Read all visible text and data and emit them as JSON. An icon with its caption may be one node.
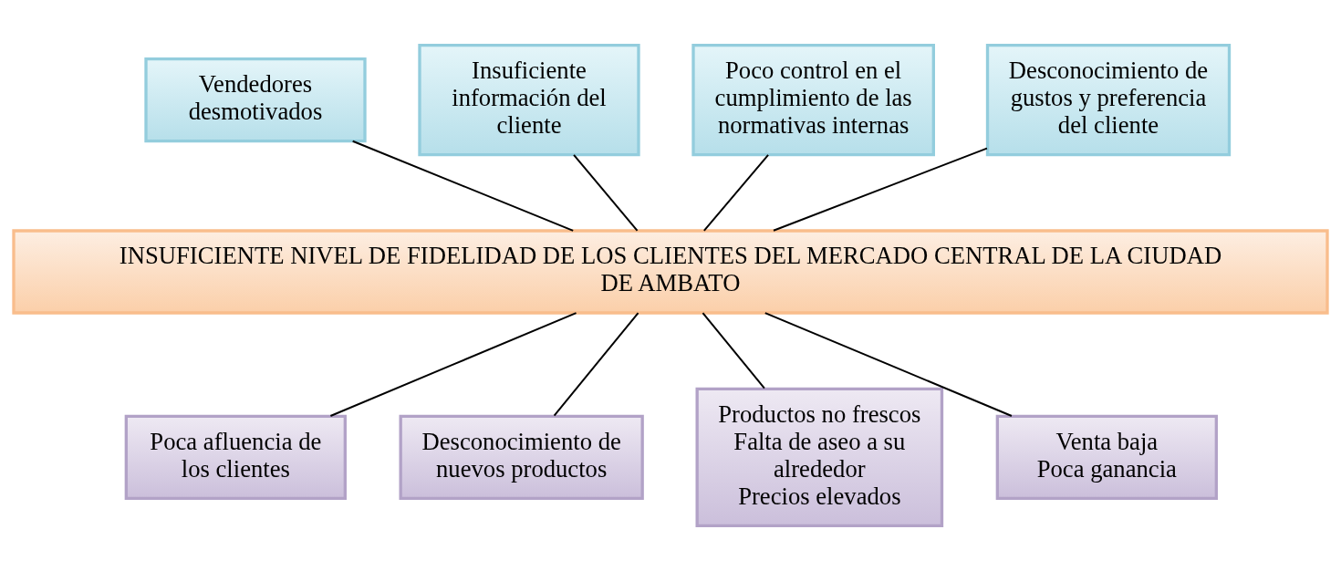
{
  "diagram": {
    "nodes": [
      {
        "text": [
          "Vendedores desmotivados"
        ]
      },
      {
        "text": [
          "Insuficiente información del cliente"
        ]
      },
      {
        "text": [
          "Poco control en el cumplimiento de las normativas internas"
        ]
      },
      {
        "text": [
          "Desconocimiento de gustos y preferencia del cliente"
        ]
      },
      {
        "text": [
          "INSUFICIENTE NIVEL DE FIDELIDAD DE LOS CLIENTES DEL MERCADO CENTRAL DE LA CIUDAD DE AMBATO"
        ]
      },
      {
        "text": [
          "Poca afluencia de los clientes"
        ]
      },
      {
        "text": [
          "Desconocimiento de nuevos productos"
        ]
      },
      {
        "text": [
          "Productos no frescos",
          "Falta de aseo a su alrededor",
          "Precios elevados"
        ]
      },
      {
        "text": [
          "Venta baja",
          "Poca ganancia"
        ]
      }
    ],
    "edges": [
      {
        "from": 0,
        "to": 4,
        "arrow": "none"
      },
      {
        "from": 1,
        "to": 4,
        "arrow": "none"
      },
      {
        "from": 2,
        "to": 4,
        "arrow": "none"
      },
      {
        "from": 3,
        "to": 4,
        "arrow": "none"
      },
      {
        "from": 4,
        "to": 5,
        "arrow": "none"
      },
      {
        "from": 4,
        "to": 6,
        "arrow": "none"
      },
      {
        "from": 4,
        "to": 7,
        "arrow": "none"
      },
      {
        "from": 4,
        "to": 8,
        "arrow": "none"
      }
    ]
  }
}
